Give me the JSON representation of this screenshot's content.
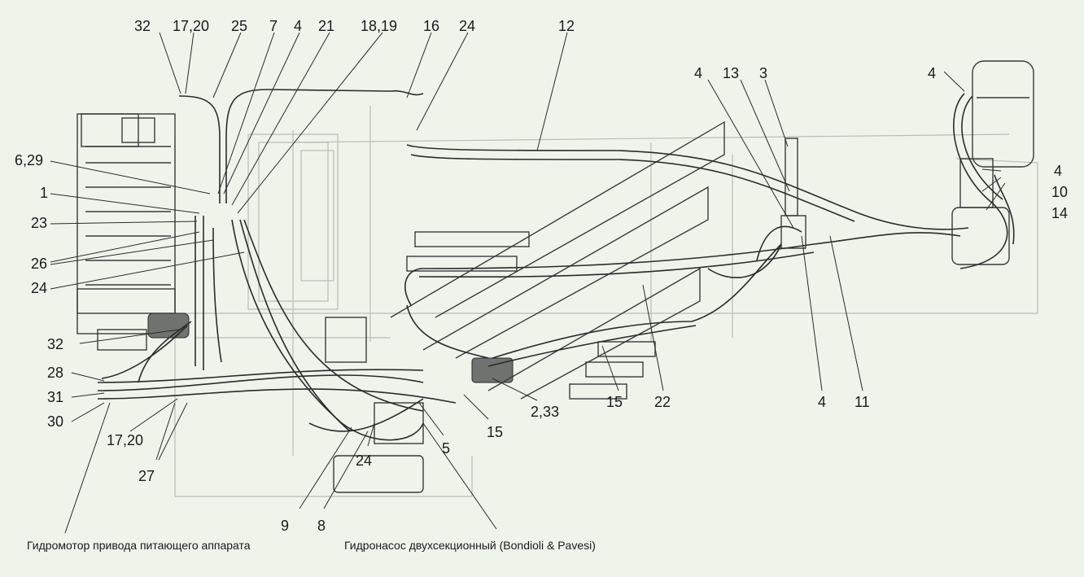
{
  "callouts": [
    {
      "id": "c32a",
      "text": "32"
    },
    {
      "id": "c1720a",
      "text": "17,20"
    },
    {
      "id": "c25",
      "text": "25"
    },
    {
      "id": "c7",
      "text": "7"
    },
    {
      "id": "c4a",
      "text": "4"
    },
    {
      "id": "c21",
      "text": "21"
    },
    {
      "id": "c1819",
      "text": "18,19"
    },
    {
      "id": "c16",
      "text": "16"
    },
    {
      "id": "c24a",
      "text": "24"
    },
    {
      "id": "c12",
      "text": "12"
    },
    {
      "id": "c4b",
      "text": "4"
    },
    {
      "id": "c13",
      "text": "13"
    },
    {
      "id": "c3",
      "text": "3"
    },
    {
      "id": "c4c",
      "text": "4"
    },
    {
      "id": "c629",
      "text": "6,29"
    },
    {
      "id": "c1",
      "text": "1"
    },
    {
      "id": "c23",
      "text": "23"
    },
    {
      "id": "c26",
      "text": "26"
    },
    {
      "id": "c24b",
      "text": "24"
    },
    {
      "id": "c4d",
      "text": "4"
    },
    {
      "id": "c10",
      "text": "10"
    },
    {
      "id": "c14",
      "text": "14"
    },
    {
      "id": "c32b",
      "text": "32"
    },
    {
      "id": "c28",
      "text": "28"
    },
    {
      "id": "c31",
      "text": "31"
    },
    {
      "id": "c30",
      "text": "30"
    },
    {
      "id": "c1720b",
      "text": "17,20"
    },
    {
      "id": "c27",
      "text": "27"
    },
    {
      "id": "c9",
      "text": "9"
    },
    {
      "id": "c8",
      "text": "8"
    },
    {
      "id": "c24c",
      "text": "24"
    },
    {
      "id": "c5",
      "text": "5"
    },
    {
      "id": "c15a",
      "text": "15"
    },
    {
      "id": "c233",
      "text": "2,33"
    },
    {
      "id": "c15b",
      "text": "15"
    },
    {
      "id": "c22",
      "text": "22"
    },
    {
      "id": "c4e",
      "text": "4"
    },
    {
      "id": "c11",
      "text": "11"
    }
  ],
  "captions": {
    "motor": "Гидромотор привода питающего аппарата",
    "pump": "Гидронасос двухсекционный (Bondioli & Pavesi)"
  }
}
